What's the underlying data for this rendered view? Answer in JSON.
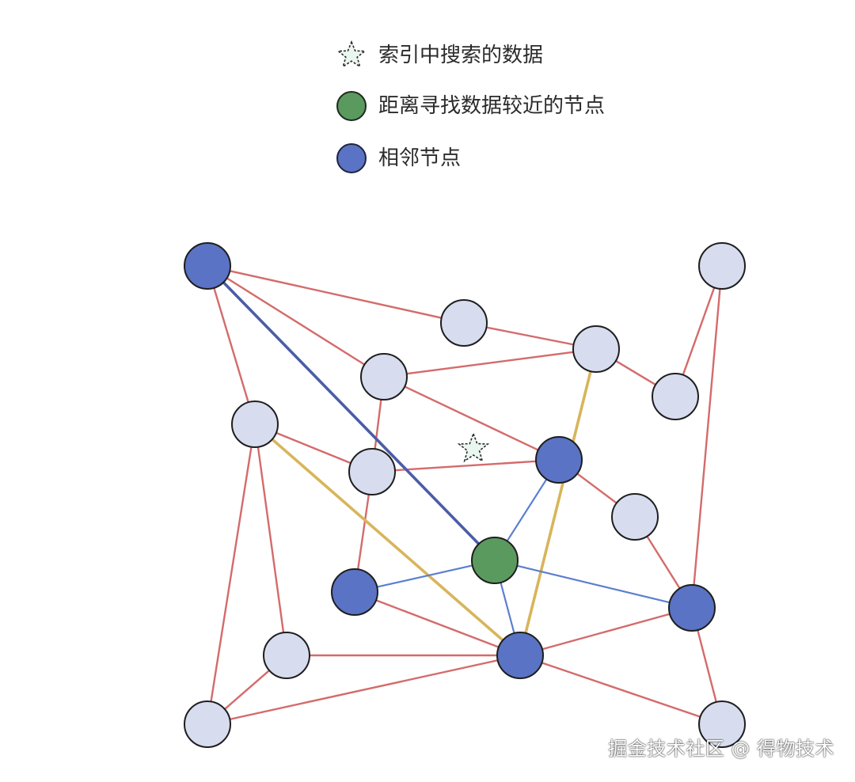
{
  "legend": {
    "items": [
      {
        "label": "索引中搜索的数据",
        "icon": "star-icon",
        "fill": "#eaf7ef",
        "stroke": "#2b2b2b"
      },
      {
        "label": "距离寻找数据较近的节点",
        "icon": "green-circle-icon",
        "fill": "#5b9a5e",
        "stroke": "#1f2a1f"
      },
      {
        "label": "相邻节点",
        "icon": "blue-circle-icon",
        "fill": "#5a73c4",
        "stroke": "#1f2540"
      }
    ]
  },
  "colors": {
    "edge_default": "#d46b6b",
    "edge_blue": "#5b7fcf",
    "edge_dark_blue": "#4b5da6",
    "edge_yellow": "#d8b55a",
    "node_light": "#d7dcef",
    "node_blue": "#5a73c4",
    "node_green": "#5b9a5e",
    "node_stroke": "#1e1e1e"
  },
  "graph": {
    "query_icon": "star-icon",
    "node_kinds": [
      "blue",
      "light",
      "light",
      "light",
      "light",
      "light",
      "light",
      "light",
      "blue",
      "light",
      "green",
      "blue",
      "blue",
      "light",
      "blue",
      "light",
      "light"
    ],
    "edge_links": [
      [
        0,
        1,
        "edge_default"
      ],
      [
        0,
        3,
        "edge_default"
      ],
      [
        0,
        4,
        "edge_default"
      ],
      [
        1,
        2,
        "edge_default"
      ],
      [
        3,
        2,
        "edge_default"
      ],
      [
        3,
        8,
        "edge_default"
      ],
      [
        3,
        6,
        "edge_default"
      ],
      [
        2,
        5,
        "edge_default"
      ],
      [
        5,
        7,
        "edge_default"
      ],
      [
        6,
        8,
        "edge_default"
      ],
      [
        6,
        11,
        "edge_default"
      ],
      [
        4,
        6,
        "edge_default"
      ],
      [
        4,
        13,
        "edge_default"
      ],
      [
        4,
        15,
        "edge_default"
      ],
      [
        8,
        9,
        "edge_default"
      ],
      [
        9,
        12,
        "edge_default"
      ],
      [
        7,
        12,
        "edge_default"
      ],
      [
        12,
        16,
        "edge_default"
      ],
      [
        12,
        14,
        "edge_default"
      ],
      [
        14,
        16,
        "edge_default"
      ],
      [
        13,
        14,
        "edge_default"
      ],
      [
        15,
        14,
        "edge_default"
      ],
      [
        11,
        14,
        "edge_default"
      ],
      [
        13,
        15,
        "edge_default"
      ],
      [
        0,
        10,
        "edge_dark_blue"
      ],
      [
        4,
        14,
        "edge_yellow"
      ],
      [
        2,
        14,
        "edge_yellow"
      ],
      [
        10,
        8,
        "edge_blue"
      ],
      [
        10,
        11,
        "edge_blue"
      ],
      [
        10,
        12,
        "edge_blue"
      ],
      [
        10,
        14,
        "edge_blue"
      ]
    ]
  },
  "watermark": "掘金技术社区 @ 得物技术"
}
